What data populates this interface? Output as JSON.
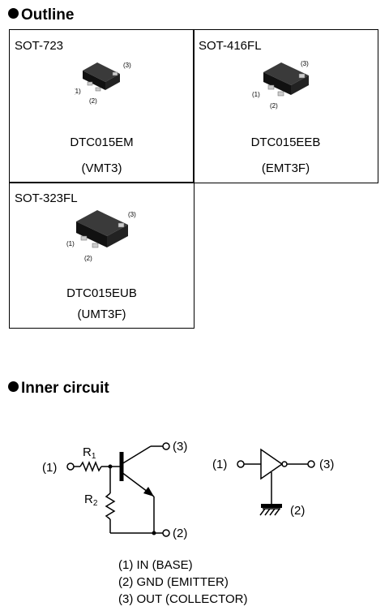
{
  "outline": {
    "heading": "Outline",
    "packages": [
      {
        "package": "SOT-723",
        "part": "DTC015EM",
        "code": "(VMT3)",
        "pins": [
          "(1)",
          "(2)",
          "(3)"
        ]
      },
      {
        "package": "SOT-416FL",
        "part": "DTC015EEB",
        "code": "(EMT3F)",
        "pins": [
          "(1)",
          "(2)",
          "(3)"
        ]
      },
      {
        "package": "SOT-323FL",
        "part": "DTC015EUB",
        "code": "(UMT3F)",
        "pins": [
          "(1)",
          "(2)",
          "(3)"
        ]
      }
    ]
  },
  "inner_circuit": {
    "heading": "Inner circuit",
    "r1": "R",
    "r1_sub": "1",
    "r2": "R",
    "r2_sub": "2",
    "pin1": "(1)",
    "pin2": "(2)",
    "pin3": "(3)",
    "legend": [
      "(1) IN (BASE)",
      "(2) GND (EMITTER)",
      "(3) OUT (COLLECTOR)"
    ]
  }
}
